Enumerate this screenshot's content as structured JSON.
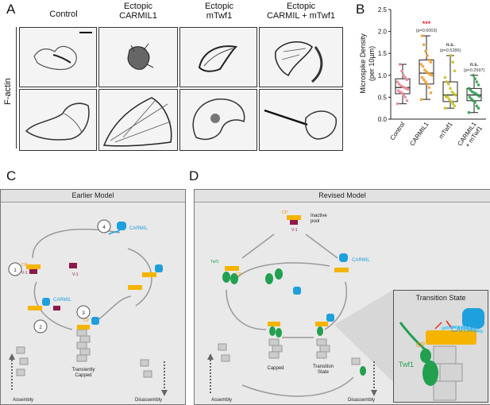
{
  "panels": {
    "a": "A",
    "b": "B",
    "c": "C",
    "d": "D"
  },
  "panelA": {
    "columns": [
      "Control",
      "Ectopic\nCARMIL1",
      "Ectopic\nmTwf1",
      "Ectopic\nCARMIL + mTwf1"
    ],
    "row_label": "F-actin"
  },
  "chart_data": {
    "type": "scatter",
    "title": "",
    "ylabel": "Microspike Density\n(per 10µm)",
    "categories": [
      "Control",
      "CARMIL1",
      "mTwf1",
      "CARMIL1\n+ mTwf1"
    ],
    "ylim": [
      0,
      2.5
    ],
    "yticks": [
      "0.0",
      "0.5",
      "1.0",
      "1.5",
      "2.0",
      "2.5"
    ],
    "series": [
      {
        "category": "Control",
        "color": "#e8889a",
        "box": {
          "min": 0.35,
          "q1": 0.58,
          "median": 0.72,
          "q3": 0.92,
          "max": 1.25
        },
        "points": [
          0.35,
          0.42,
          0.5,
          0.55,
          0.6,
          0.62,
          0.65,
          0.68,
          0.7,
          0.72,
          0.74,
          0.76,
          0.8,
          0.85,
          0.9,
          0.95,
          1.0,
          1.1,
          1.25
        ]
      },
      {
        "category": "CARMIL1",
        "color": "#f0a030",
        "box": {
          "min": 0.45,
          "q1": 0.8,
          "median": 1.05,
          "q3": 1.35,
          "max": 1.9
        },
        "points": [
          0.45,
          0.6,
          0.72,
          0.8,
          0.85,
          0.9,
          0.95,
          1.0,
          1.02,
          1.05,
          1.08,
          1.12,
          1.2,
          1.25,
          1.3,
          1.35,
          1.45,
          1.55,
          1.7,
          1.9
        ]
      },
      {
        "category": "mTwf1",
        "color": "#c8c020",
        "box": {
          "min": 0.25,
          "q1": 0.4,
          "median": 0.55,
          "q3": 0.85,
          "max": 1.45
        },
        "points": [
          0.25,
          0.3,
          0.35,
          0.4,
          0.45,
          0.5,
          0.52,
          0.55,
          0.58,
          0.62,
          0.7,
          0.8,
          0.85,
          0.95,
          1.1,
          1.3,
          1.45
        ]
      },
      {
        "category": "CARMIL1\n+ mTwf1",
        "color": "#30a050",
        "box": {
          "min": 0.15,
          "q1": 0.42,
          "median": 0.55,
          "q3": 0.7,
          "max": 1.0
        },
        "points": [
          0.15,
          0.25,
          0.3,
          0.38,
          0.42,
          0.46,
          0.5,
          0.52,
          0.55,
          0.58,
          0.6,
          0.62,
          0.66,
          0.7,
          0.78,
          0.85,
          0.92,
          1.0
        ]
      }
    ],
    "annotations": [
      {
        "category": "CARMIL1",
        "stars": "***",
        "text": "(p=0.0003)"
      },
      {
        "category": "mTwf1",
        "stars": "n.s.",
        "text": "(p=0.5286)"
      },
      {
        "category": "CARMIL1\n+ mTwf1",
        "stars": "n.s.",
        "text": "(p=0.2597)"
      }
    ]
  },
  "panelC": {
    "title": "Earlier Model",
    "steps": [
      "1",
      "2",
      "3",
      "4"
    ],
    "labels": {
      "cp": "CP",
      "v1": "V-1",
      "v1_free": "V-1",
      "carmil_top": "CARMIL",
      "carmil_mid": "CARMIL",
      "cp_small": "CP",
      "transiently_capped": "Transiently\nCapped",
      "assembly": "Assembly",
      "disassembly": "Disassembly"
    }
  },
  "panelD": {
    "title": "Revised Model",
    "labels": {
      "cp_top": "CP",
      "v1": "V-1",
      "inactive_pool": "Inactive\npool",
      "twf1": "Twf1",
      "cp_twf": "CP",
      "carmil": "CARMIL",
      "capped": "Capped",
      "transition_state": "Transition\nState",
      "assembly": "Assembly",
      "disassembly": "Disassembly"
    },
    "inset": {
      "title": "Transition State",
      "carmil": "CARMIL",
      "cp": "CP",
      "twf1": "Twf1"
    }
  }
}
